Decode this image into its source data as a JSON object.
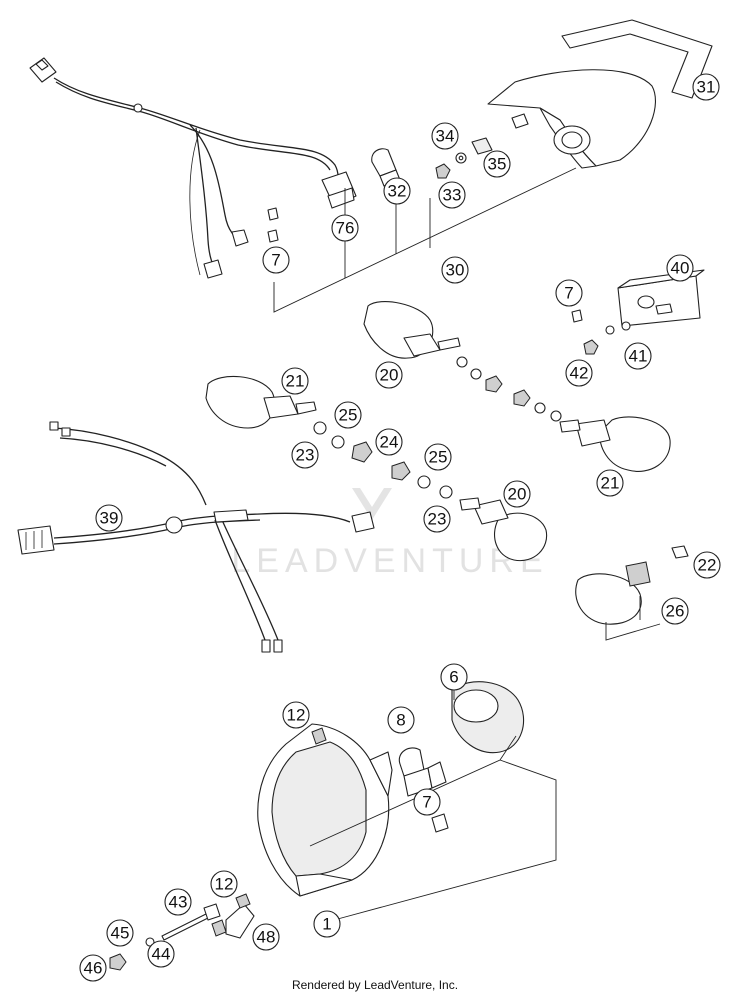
{
  "watermark": {
    "text": "LEADVENTURE"
  },
  "footer": {
    "credit": "Rendered by LeadVenture, Inc."
  },
  "callouts": [
    {
      "id": "c31",
      "label": "31"
    },
    {
      "id": "c34",
      "label": "34"
    },
    {
      "id": "c35",
      "label": "35"
    },
    {
      "id": "c33",
      "label": "33"
    },
    {
      "id": "c32",
      "label": "32"
    },
    {
      "id": "c76",
      "label": "76"
    },
    {
      "id": "c7a",
      "label": "7"
    },
    {
      "id": "c30",
      "label": "30"
    },
    {
      "id": "c40",
      "label": "40"
    },
    {
      "id": "c7b",
      "label": "7"
    },
    {
      "id": "c41",
      "label": "41"
    },
    {
      "id": "c42",
      "label": "42"
    },
    {
      "id": "c20a",
      "label": "20"
    },
    {
      "id": "c21a",
      "label": "21"
    },
    {
      "id": "c25a",
      "label": "25"
    },
    {
      "id": "c24",
      "label": "24"
    },
    {
      "id": "c23a",
      "label": "23"
    },
    {
      "id": "c25b",
      "label": "25"
    },
    {
      "id": "c23b",
      "label": "23"
    },
    {
      "id": "c20b",
      "label": "20"
    },
    {
      "id": "c21b",
      "label": "21"
    },
    {
      "id": "c39",
      "label": "39"
    },
    {
      "id": "c22",
      "label": "22"
    },
    {
      "id": "c26",
      "label": "26"
    },
    {
      "id": "c6",
      "label": "6"
    },
    {
      "id": "c12a",
      "label": "12"
    },
    {
      "id": "c8",
      "label": "8"
    },
    {
      "id": "c7c",
      "label": "7"
    },
    {
      "id": "c12b",
      "label": "12"
    },
    {
      "id": "c43",
      "label": "43"
    },
    {
      "id": "c45",
      "label": "45"
    },
    {
      "id": "c44",
      "label": "44"
    },
    {
      "id": "c48",
      "label": "48"
    },
    {
      "id": "c46",
      "label": "46"
    },
    {
      "id": "c1",
      "label": "1"
    }
  ]
}
